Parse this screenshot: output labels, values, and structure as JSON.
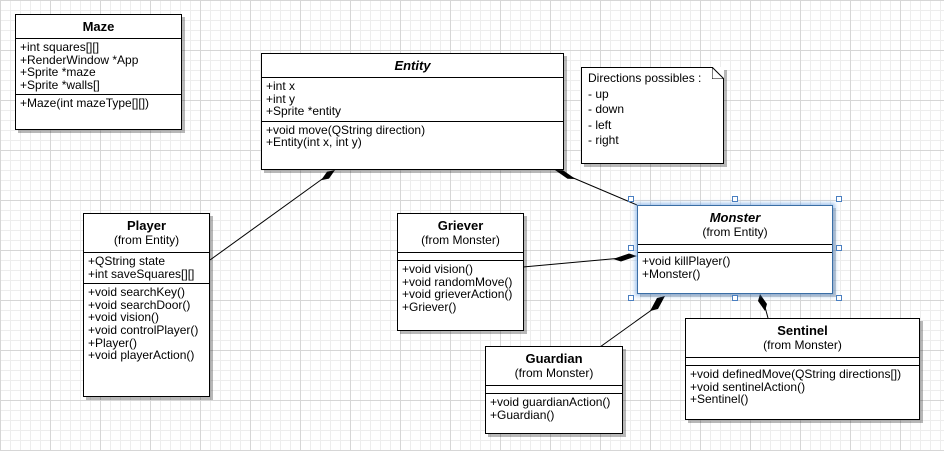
{
  "classes": {
    "maze": {
      "name": "Maze",
      "attributes": [
        "+int squares[][]",
        "+RenderWindow *App",
        "+Sprite *maze",
        "+Sprite *walls[]"
      ],
      "operations": [
        "+Maze(int mazeType[][])"
      ]
    },
    "entity": {
      "name": "Entity",
      "attributes": [
        "+int x",
        "+int y",
        "+Sprite *entity"
      ],
      "operations": [
        "+void move(QString direction)",
        "+Entity(int x, int y)"
      ]
    },
    "player": {
      "name": "Player",
      "from": "(from Entity)",
      "attributes": [
        "+QString state",
        "+int saveSquares[][]"
      ],
      "operations": [
        "+void searchKey()",
        "+void searchDoor()",
        "+void vision()",
        "+void controlPlayer()",
        "+Player()",
        "+void playerAction()"
      ]
    },
    "griever": {
      "name": "Griever",
      "from": "(from Monster)",
      "attributes": [],
      "operations": [
        "+void vision()",
        "+void randomMove()",
        "+void grieverAction()",
        "+Griever()"
      ]
    },
    "monster": {
      "name": "Monster",
      "from": "(from Entity)",
      "attributes": [],
      "operations": [
        "+void killPlayer()",
        "+Monster()"
      ]
    },
    "guardian": {
      "name": "Guardian",
      "from": "(from Monster)",
      "attributes": [],
      "operations": [
        "+void guardianAction()",
        "+Guardian()"
      ]
    },
    "sentinel": {
      "name": "Sentinel",
      "from": "(from Monster)",
      "attributes": [],
      "operations": [
        "+void definedMove(QString directions[])",
        "+void sentinelAction()",
        "+Sentinel()"
      ]
    }
  },
  "note": {
    "lines": [
      "Directions possibles :",
      "- up",
      "- down",
      "- left",
      "- right"
    ]
  }
}
